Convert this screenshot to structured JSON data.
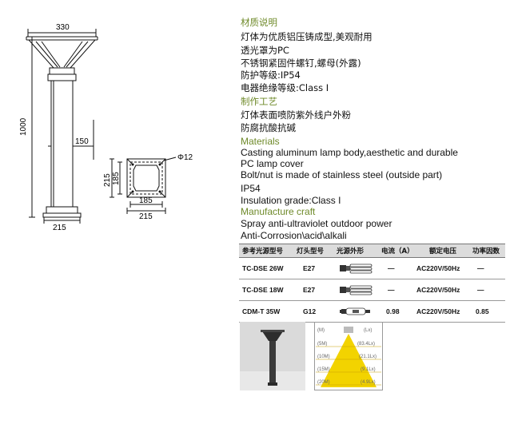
{
  "drawing": {
    "dim_top": "330",
    "dim_height": "1000",
    "dim_pole": "150",
    "dim_base": "215",
    "dim_section_width": "185",
    "dim_section_outer": "215",
    "dim_section_h1": "215",
    "dim_section_h2": "185",
    "dim_hole": "Φ12"
  },
  "spec": {
    "material_title": "材质说明",
    "material_lines": [
      "灯体为优质铝压铸成型,美观耐用",
      "透光罩为PC",
      "不锈钢紧固件螺钉,螺母(外露)",
      "防护等级:IP54",
      "电器绝缘等级:Class Ⅰ"
    ],
    "craft_title": "制作工艺",
    "craft_lines": [
      "灯体表面喷防紫外线户外粉",
      "防腐抗酸抗碱"
    ],
    "materials_en_title": "Materials",
    "materials_en_lines": [
      "Casting aluminum lamp body,aesthetic and durable",
      "PC lamp cover",
      "Bolt/nut is made of stainless steel (outside part)",
      "IP54",
      "Insulation grade:Class I"
    ],
    "craft_en_title": "Manufacture craft",
    "craft_en_lines": [
      "Spray anti-ultraviolet outdoor power",
      "Anti-Corrosion\\acid\\alkali"
    ]
  },
  "table": {
    "headers": [
      "参考光源型号",
      "灯头型号",
      "光源外形",
      "电流（A）",
      "额定电压",
      "功率因数"
    ],
    "rows": [
      {
        "model": "TC-DSE 26W",
        "base": "E27",
        "current": "—",
        "voltage": "AC220V/50Hz",
        "pf": "—"
      },
      {
        "model": "TC-DSE 18W",
        "base": "E27",
        "current": "—",
        "voltage": "AC220V/50Hz",
        "pf": "—"
      },
      {
        "model": "CDM-T 35W",
        "base": "G12",
        "current": "0.98",
        "voltage": "AC220V/50Hz",
        "pf": "0.85"
      }
    ]
  },
  "light_chart": {
    "heights": [
      "(M)",
      "(5M)",
      "(10M)",
      "(15M)",
      "(20M)"
    ],
    "lux": [
      "(Lx)",
      "(83.4Lx)",
      "(21.1Lx)",
      "(9.1Lx)",
      "(4.9Lx)"
    ]
  },
  "colors": {
    "section_title": "#6f8a2a",
    "light_yellow": "#f2d300",
    "light_orange": "#f0c040"
  }
}
